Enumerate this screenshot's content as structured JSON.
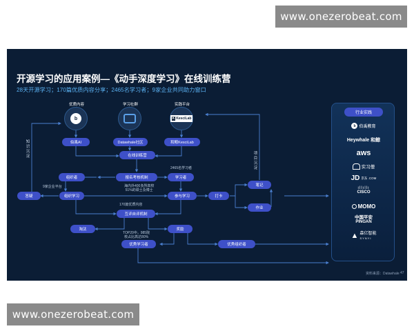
{
  "watermark": "www.onezerobeat.com",
  "slide": {
    "title": "开源学习的应用案例—《动手深度学习》在线训练营",
    "subtitle": "28天开源学习；170篇优质内容分享；2465名学习者；9家企业共同助力窗口",
    "source": "资料来源：Datawhale",
    "page_number": "47"
  },
  "platforms": [
    {
      "label": "优质内容",
      "logo": "伯禹AI",
      "node": "伯禹AI"
    },
    {
      "label": "学习社群",
      "logo": "Datawhale",
      "node": "Datawhale社区"
    },
    {
      "label": "实践平台",
      "logo_k": "K",
      "logo": "KesciLab",
      "node": "和鲸KesciLab"
    }
  ],
  "nodes": {
    "camp": "在线训练营",
    "organizer": "组织者",
    "exam": "报名考核机制",
    "learner": "学习者",
    "org_learning": "组织学习",
    "participate": "参与学习",
    "checkin": "打卡",
    "qa": "答疑",
    "notes": "笔记",
    "homework": "作业",
    "mutual_eval": "互评自评机制",
    "eliminate": "淘汰",
    "reward": "奖励",
    "top_learner": "优秀学习者",
    "top_organizer": "优秀组织者"
  },
  "notes": {
    "learners_count": "2465名学习者",
    "universities": [
      "海内外400多所高校",
      "51%的硕士及博士"
    ],
    "companies": "9家企业平台",
    "articles": "170篇优质内容",
    "top20": [
      "TOP20中，985院",
      "校占比高达80%"
    ]
  },
  "side_labels": {
    "knowledge": "知识沉淀",
    "project": "项目沉淀"
  },
  "industry": {
    "title": "行业实践",
    "logos": [
      {
        "name": "boyu-logo",
        "text": "伯禹教育",
        "mark": "b"
      },
      {
        "name": "heywhale-logo",
        "text": "Heywhale 和鲸"
      },
      {
        "name": "aws-logo",
        "text": "aws"
      },
      {
        "name": "shixunlou-logo",
        "text": "实习僧"
      },
      {
        "name": "jd-logo",
        "text": "JD",
        "sub": "京东 .COM"
      },
      {
        "name": "cisco-logo",
        "text": "CISCO"
      },
      {
        "name": "momo-logo",
        "text": "MOMO"
      },
      {
        "name": "pingan-logo",
        "text": "中国平安",
        "sub": "PINGAN"
      },
      {
        "name": "senyi-logo",
        "text": "森亿智能",
        "sub": "SYNYI"
      }
    ]
  },
  "colors": {
    "slide_bg": "#0b1d35",
    "node_fill": "#3e50c8",
    "arrow": "#4a7fd0",
    "subtitle": "#5ab0f0",
    "watermark_bg": "#8a8a8a"
  }
}
